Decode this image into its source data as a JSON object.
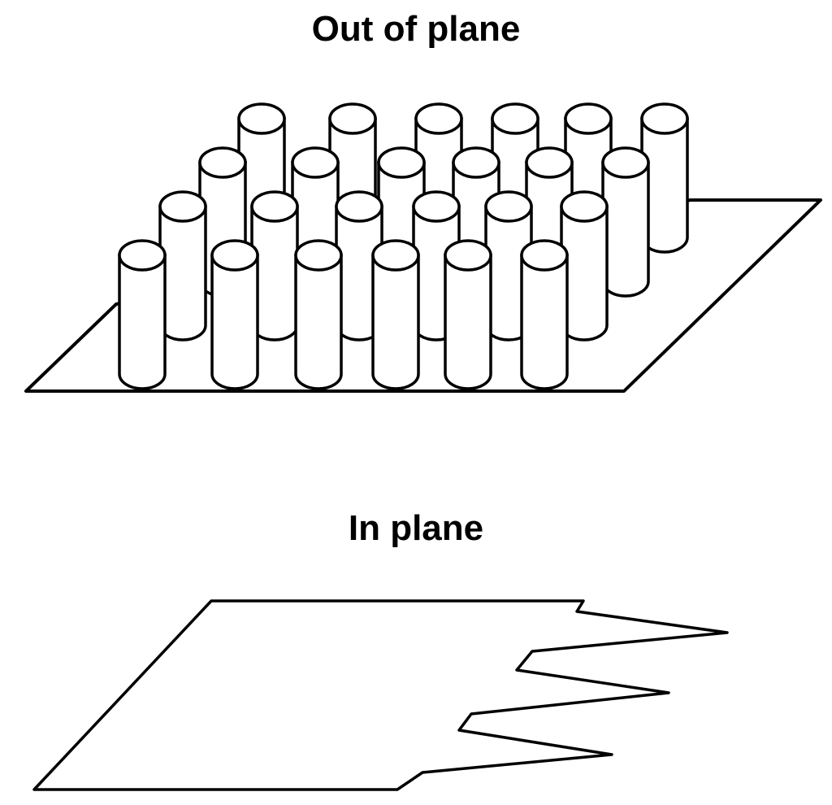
{
  "labels": {
    "out_of_plane": "Out of plane",
    "in_plane": "In plane"
  },
  "colors": {
    "stroke": "#000000",
    "fill": "#ffffff"
  },
  "pillar_grid": {
    "rows": 4,
    "columns": 6
  }
}
